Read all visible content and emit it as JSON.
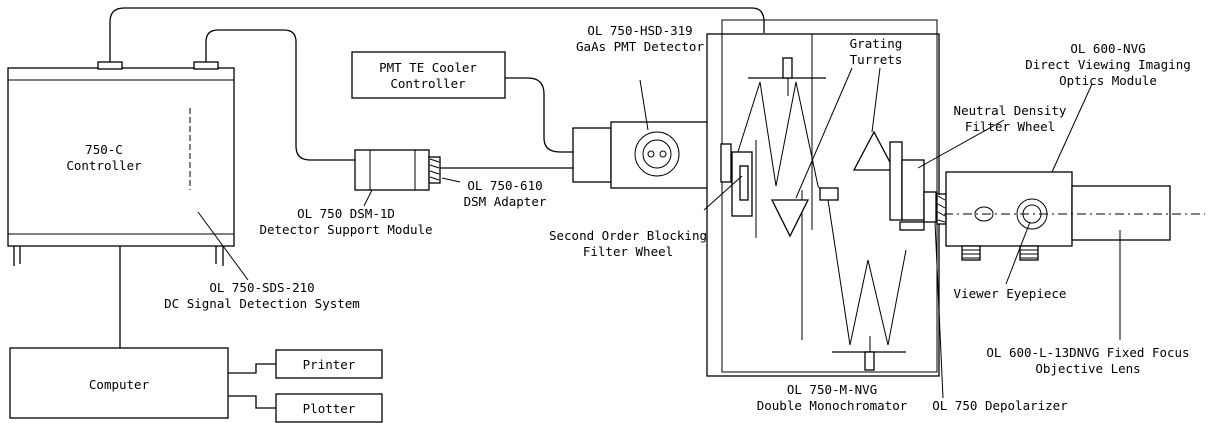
{
  "labels": {
    "controller": [
      "750-C",
      "Controller"
    ],
    "dc_system": [
      "OL 750-SDS-210",
      "DC Signal Detection System"
    ],
    "computer": "Computer",
    "printer": "Printer",
    "plotter": "Plotter",
    "dsm": [
      "OL 750 DSM-1D",
      "Detector Support Module"
    ],
    "dsm_adapter": [
      "OL 750-610",
      "DSM Adapter"
    ],
    "te_cooler": [
      "PMT TE Cooler",
      "Controller"
    ],
    "pmt": [
      "OL 750-HSD-319",
      "GaAs PMT Detector"
    ],
    "blocking_filter": [
      "Second Order Blocking",
      "Filter Wheel"
    ],
    "grating": [
      "Grating",
      "Turrets"
    ],
    "neutral_density": [
      "Neutral Density",
      "Filter Wheel"
    ],
    "monochromator": [
      "OL 750-M-NVG",
      "Double Monochromator"
    ],
    "depolarizer": "OL 750 Depolarizer",
    "optics_module": [
      "OL 600-NVG",
      "Direct Viewing Imaging",
      "Optics Module"
    ],
    "eyepiece": "Viewer Eyepiece",
    "objective": [
      "OL 600-L-13DNVG Fixed Focus",
      "Objective Lens"
    ]
  }
}
